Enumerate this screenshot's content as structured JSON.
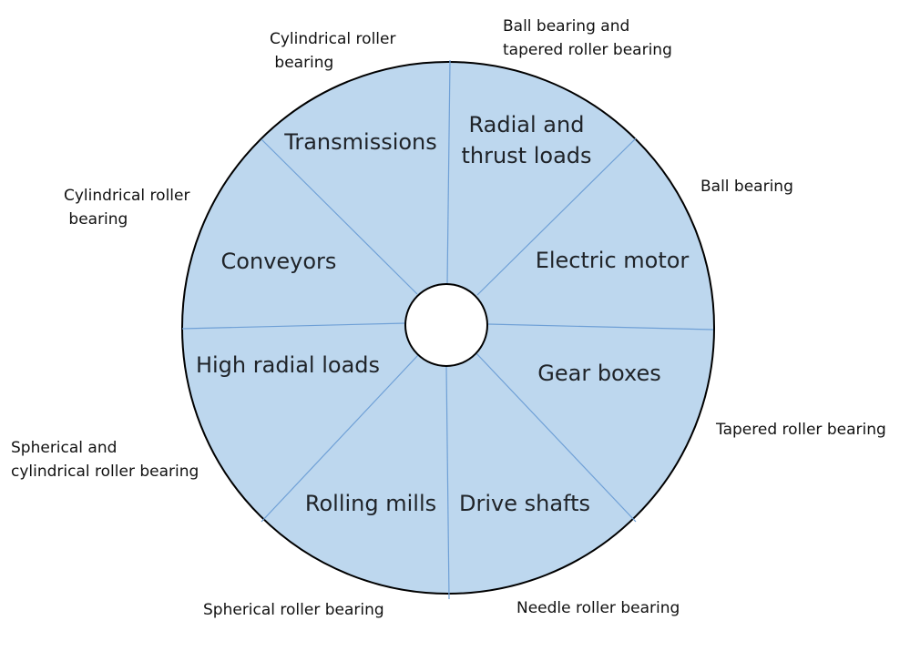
{
  "colors": {
    "segment_fill": "#bdd7ee",
    "outline": "#000000",
    "divider": "#6fa0d6",
    "hub_fill": "#ffffff",
    "text": "#1f2328"
  },
  "segments": [
    {
      "id": "radial-thrust",
      "lines": [
        "Radial and",
        "thrust loads"
      ]
    },
    {
      "id": "electric-motor",
      "lines": [
        "Electric motor"
      ]
    },
    {
      "id": "gear-boxes",
      "lines": [
        "Gear boxes"
      ]
    },
    {
      "id": "drive-shafts",
      "lines": [
        "Drive shafts"
      ]
    },
    {
      "id": "rolling-mills",
      "lines": [
        "Rolling mills"
      ]
    },
    {
      "id": "high-radial",
      "lines": [
        "High radial loads"
      ]
    },
    {
      "id": "conveyors",
      "lines": [
        "Conveyors"
      ]
    },
    {
      "id": "transmissions",
      "lines": [
        "Transmissions"
      ]
    }
  ],
  "bearing_labels": [
    {
      "id": "radial-thrust",
      "lines": [
        "Ball bearing and",
        "tapered roller bearing"
      ]
    },
    {
      "id": "electric-motor",
      "lines": [
        "Ball bearing"
      ]
    },
    {
      "id": "gear-boxes",
      "lines": [
        "Tapered roller bearing"
      ]
    },
    {
      "id": "drive-shafts",
      "lines": [
        "Needle roller bearing"
      ]
    },
    {
      "id": "rolling-mills",
      "lines": [
        "Spherical roller bearing"
      ]
    },
    {
      "id": "high-radial",
      "lines": [
        "Spherical and",
        "cylindrical roller bearing"
      ]
    },
    {
      "id": "conveyors",
      "lines": [
        "Cylindrical roller",
        " bearing"
      ]
    },
    {
      "id": "transmissions",
      "lines": [
        "Cylindrical roller",
        " bearing"
      ]
    }
  ]
}
